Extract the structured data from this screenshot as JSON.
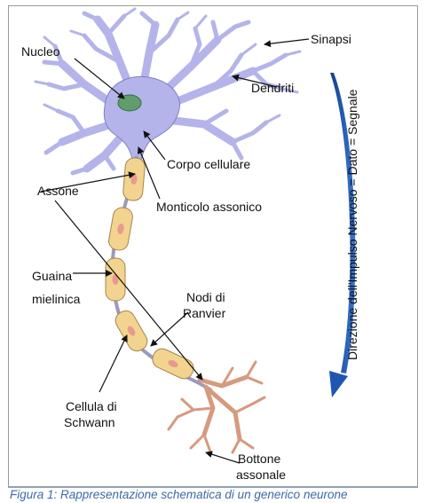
{
  "labels": {
    "sinapsi": "Sinapsi",
    "nucleo": "Nucleo",
    "dendriti": "Dendriti",
    "corpo_cellulare": "Corpo cellulare",
    "assone": "Assone",
    "monticolo_assonico": "Monticolo assonico",
    "guaina_line1": "Guaina",
    "guaina_line2": "mielinica",
    "nodi_line1": "Nodi di",
    "nodi_line2": "Ranvier",
    "cellula_line1": "Cellula di",
    "cellula_line2": "Schwann",
    "bottone_line1": "Bottone",
    "bottone_line2": "assonale"
  },
  "side_arrow_text": "Direzione dell'Impulso Nervoso = Dato = Segnale",
  "caption": "Figura 1: Rappresentazione schematica di un generico neurone",
  "colors": {
    "cell_body": "#b4b4ea",
    "cell_outline": "#7e7ec8",
    "nucleus": "#5f9e6a",
    "myelin": "#f2d38f",
    "myelin_outline": "#a8854a",
    "schwann_nucleus": "#e79a8f",
    "axon_terminal": "#d69a7e",
    "blue_arrow": "#1f56b0",
    "caption": "#3b6aa6"
  }
}
